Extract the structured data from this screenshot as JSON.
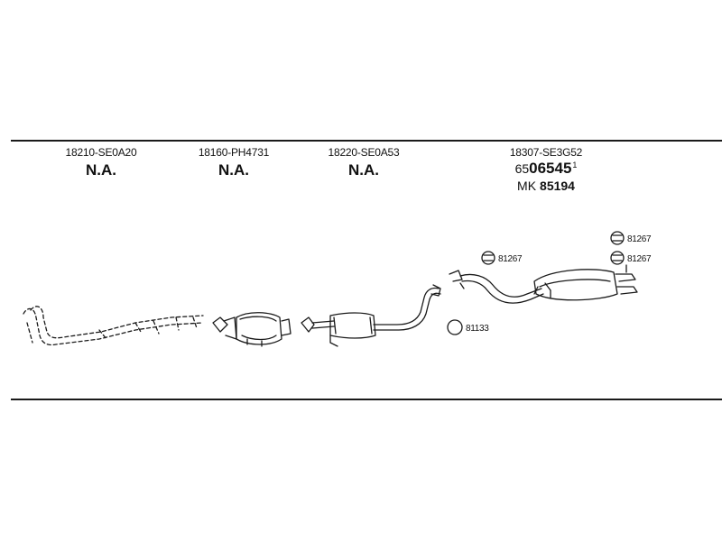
{
  "sections": [
    {
      "part_number": "18210-SE0A20",
      "status": "N.A."
    },
    {
      "part_number": "18160-PH4731",
      "status": "N.A."
    },
    {
      "part_number": "18220-SE0A53",
      "status": "N.A."
    },
    {
      "part_number": "18307-SE3G52",
      "ref_prefix": "65",
      "ref_number": "06545",
      "ref_sup": "1",
      "mk_label": "MK",
      "mk_number": "85194"
    }
  ],
  "callouts": {
    "gasket": "81133",
    "hanger_mid": "81267",
    "hanger_top": "81267",
    "hanger_bottom": "81267"
  }
}
